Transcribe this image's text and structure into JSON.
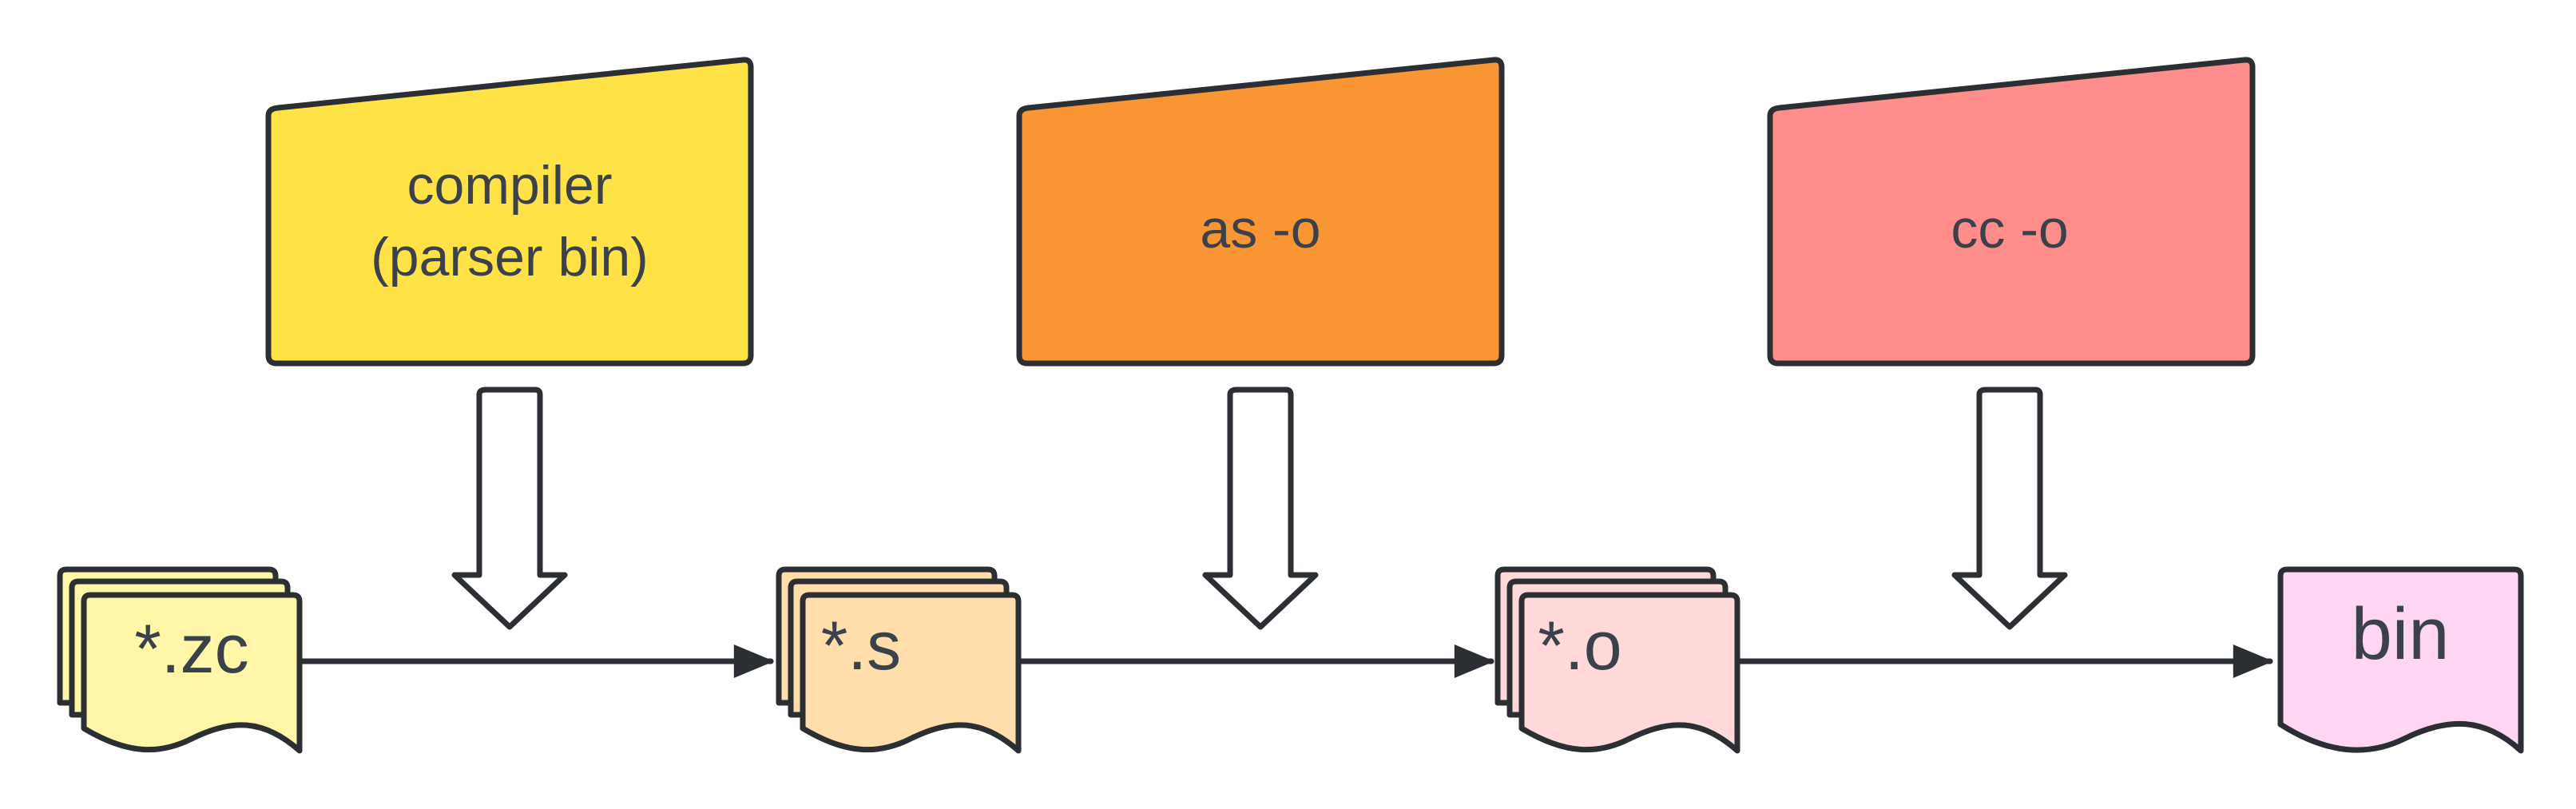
{
  "colors": {
    "outline": "#2b2e33",
    "text": "#3a414a",
    "compiler_fill": "#ffe246",
    "assembler_fill": "#fa9533",
    "linker_fill": "#ff8d8b",
    "zc_fill": "#fff6a8",
    "s_fill": "#ffdeab",
    "o_fill": "#ffd9da",
    "bin_fill": "#ffd5f4",
    "down_arrow_fill": "#ffffff"
  },
  "processes": {
    "compiler": {
      "line1": "compiler",
      "line2": "(parser bin)"
    },
    "assembler": {
      "label": "as -o"
    },
    "linker": {
      "label": "cc -o"
    }
  },
  "files": {
    "zc": {
      "label": "*.zc"
    },
    "s": {
      "label": "*.s"
    },
    "o": {
      "label": "*.o"
    },
    "bin": {
      "label": "bin"
    }
  }
}
